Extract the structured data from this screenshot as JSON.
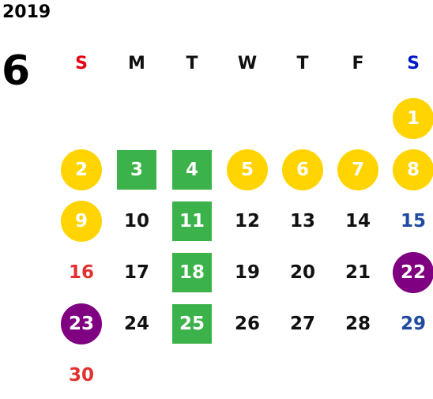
{
  "calendar": {
    "year": "2019",
    "month": "6",
    "weekdays": [
      "S",
      "M",
      "T",
      "W",
      "T",
      "F",
      "S"
    ],
    "colors": {
      "holiday_yellow": "#ffd400",
      "event_green": "#3bb24a",
      "special_purple": "#7f0080",
      "sunday_red": "#e23030",
      "saturday_blue": "#1e4ba0"
    },
    "days": {
      "d1": "1",
      "d2": "2",
      "d3": "3",
      "d4": "4",
      "d5": "5",
      "d6": "6",
      "d7": "7",
      "d8": "8",
      "d9": "9",
      "d10": "10",
      "d11": "11",
      "d12": "12",
      "d13": "13",
      "d14": "14",
      "d15": "15",
      "d16": "16",
      "d17": "17",
      "d18": "18",
      "d19": "19",
      "d20": "20",
      "d21": "21",
      "d22": "22",
      "d23": "23",
      "d24": "24",
      "d25": "25",
      "d26": "26",
      "d27": "27",
      "d28": "28",
      "d29": "29",
      "d30": "30"
    }
  }
}
